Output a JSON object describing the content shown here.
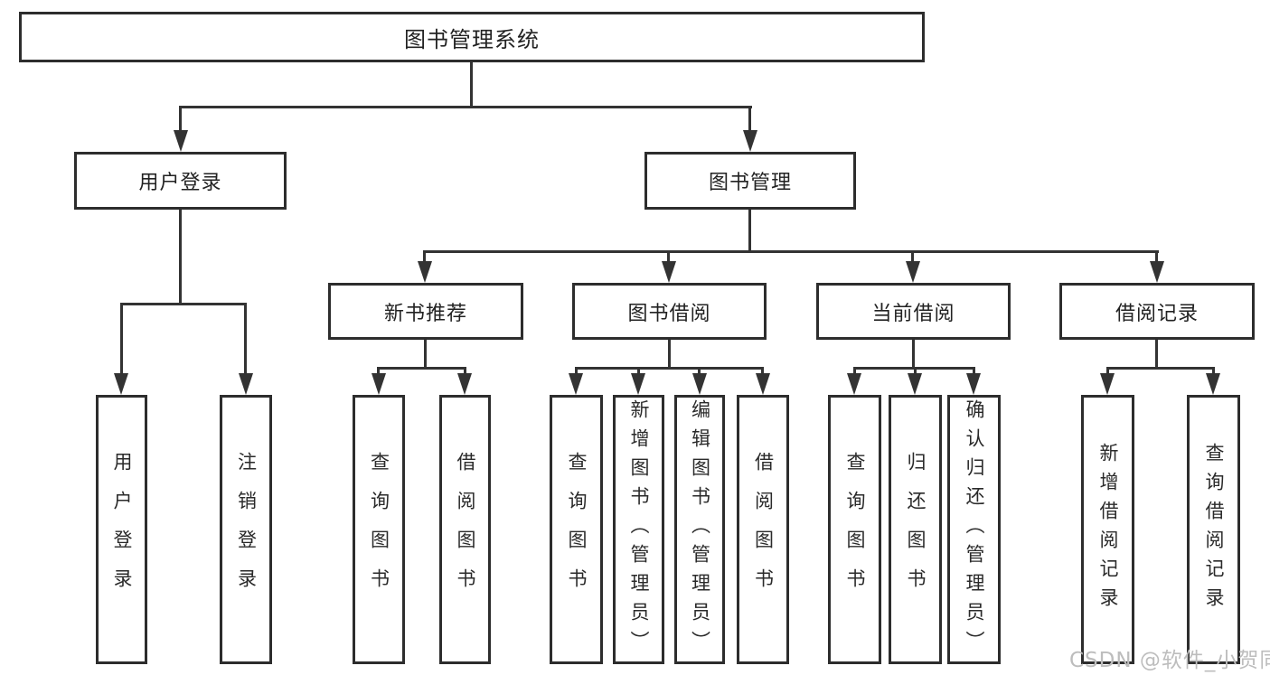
{
  "title": "图书管理系统",
  "watermark": "CSDN @软件_小贺同学",
  "colors": {
    "line": "#333333",
    "box_border": "#2d2d2d",
    "text": "#222222",
    "watermark": "#bdbdbd",
    "background": "#ffffff"
  },
  "nodes": {
    "root": "图书管理系统",
    "level2": [
      "用户登录",
      "图书管理"
    ],
    "level3": [
      "新书推荐",
      "图书借阅",
      "当前借阅",
      "借阅记录"
    ],
    "login_children": [
      "用户登录",
      "注销登录"
    ],
    "recommend_children": [
      "查询图书",
      "借阅图书"
    ],
    "borrow_children": [
      "查询图书",
      "新增图书（管理员）",
      "编辑图书（管理员）",
      "借阅图书"
    ],
    "current_children": [
      "查询图书",
      "归还图书",
      "确认归还（管理员）"
    ],
    "records_children": [
      "新增借阅记录",
      "查询借阅记录"
    ]
  }
}
